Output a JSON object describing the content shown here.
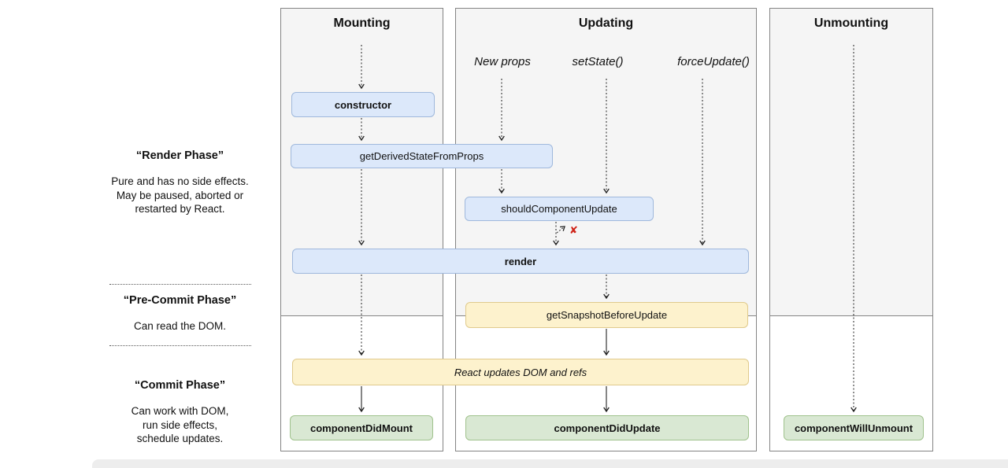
{
  "diagram": {
    "columns": {
      "mounting": {
        "title": "Mounting"
      },
      "updating": {
        "title": "Updating"
      },
      "unmounting": {
        "title": "Unmounting"
      }
    },
    "triggers": {
      "new_props": "New props",
      "set_state": "setState()",
      "force_update": "forceUpdate()"
    },
    "nodes": {
      "constructor": "constructor",
      "get_derived_state_from_props": "getDerivedStateFromProps",
      "should_component_update": "shouldComponentUpdate",
      "render": "render",
      "get_snapshot_before_update": "getSnapshotBeforeUpdate",
      "react_updates_dom": "React updates DOM and refs",
      "component_did_mount": "componentDidMount",
      "component_did_update": "componentDidUpdate",
      "component_will_unmount": "componentWillUnmount"
    },
    "marks": {
      "skip_update": "✘"
    },
    "phases": {
      "render": {
        "title": "“Render Phase”",
        "lines": [
          "Pure and has no side effects.",
          "May be paused, aborted or",
          "restarted by React."
        ]
      },
      "pre_commit": {
        "title": "“Pre-Commit Phase”",
        "lines": [
          "Can read the DOM."
        ]
      },
      "commit": {
        "title": "“Commit Phase”",
        "lines": [
          "Can work with DOM,",
          "run side effects,",
          "schedule updates."
        ]
      }
    },
    "colors": {
      "node_blue_fill": "#dce8fa",
      "node_blue_border": "#9fb8dc",
      "node_yellow_fill": "#fdf2cd",
      "node_yellow_border": "#e0ca8c",
      "node_green_fill": "#d9e8d3",
      "node_green_border": "#a0c28d",
      "column_bg": "#f5f5f5",
      "column_border": "#848484",
      "skip_x_red": "#cf2318",
      "arrow": "#222222"
    }
  }
}
